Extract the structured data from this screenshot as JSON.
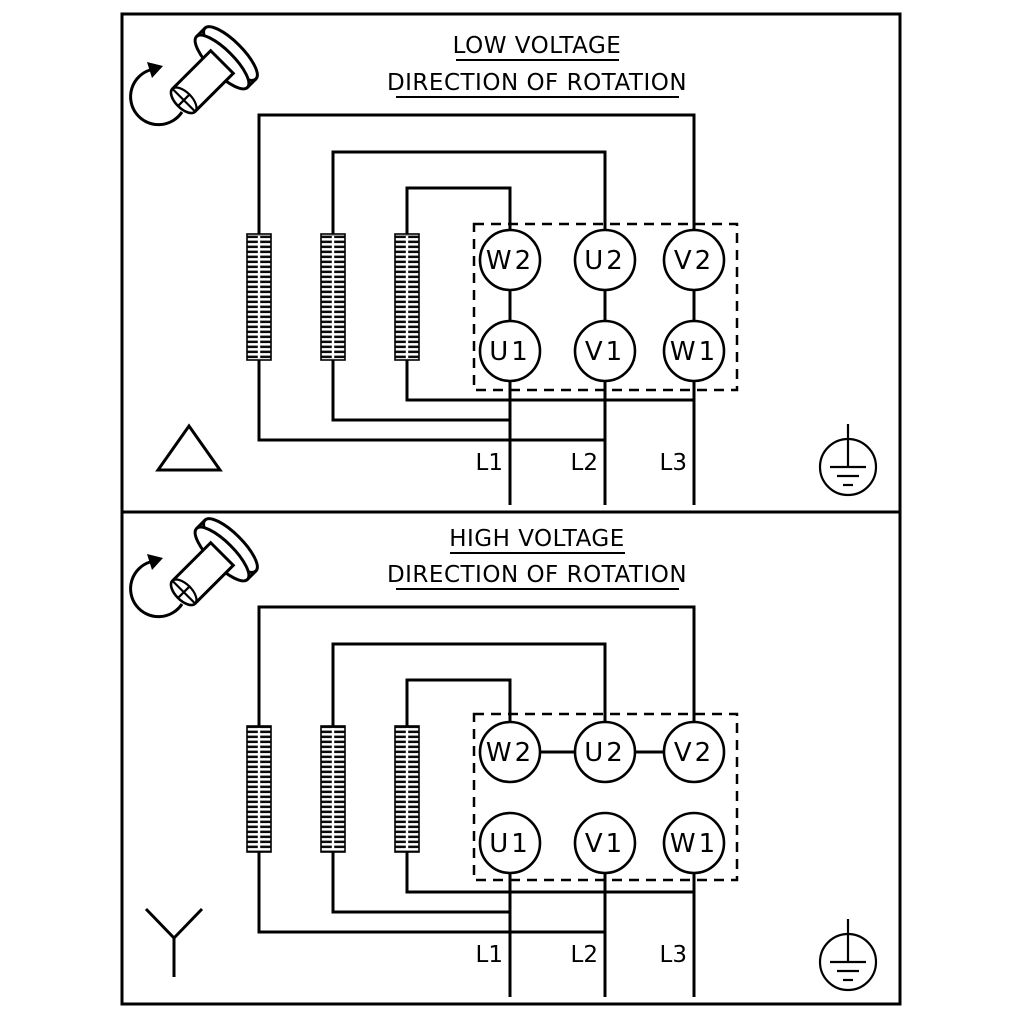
{
  "colors": {
    "line": "#000000",
    "background": "#ffffff"
  },
  "icons": {
    "shaft": "rotating-shaft-icon",
    "low_voltage_connection": "delta-connection-icon",
    "high_voltage_connection": "star-connection-icon",
    "ground": "earth-ground-icon"
  },
  "panels": [
    {
      "title": "LOW VOLTAGE",
      "subtitle": "DIRECTION OF ROTATION",
      "connection": "delta",
      "terminals": {
        "top": [
          "W2",
          "U2",
          "V2"
        ],
        "bottom": [
          "U1",
          "V1",
          "W1"
        ]
      },
      "lines": [
        "L1",
        "L2",
        "L3"
      ]
    },
    {
      "title": "HIGH VOLTAGE",
      "subtitle": "DIRECTION OF ROTATION",
      "connection": "star",
      "terminals": {
        "top": [
          "W2",
          "U2",
          "V2"
        ],
        "bottom": [
          "U1",
          "V1",
          "W1"
        ]
      },
      "lines": [
        "L1",
        "L2",
        "L3"
      ]
    }
  ]
}
